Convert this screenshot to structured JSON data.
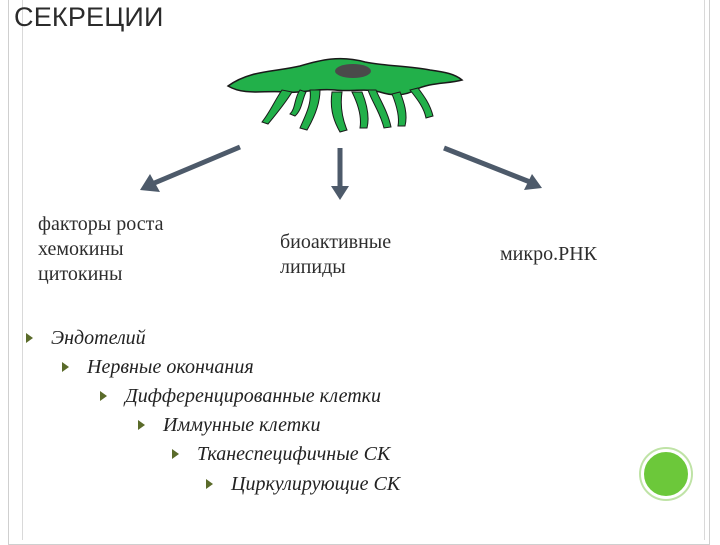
{
  "slide": {
    "title": "СЕКРЕЦИИ"
  },
  "products": {
    "growth_group": [
      "факторы роста",
      "хемокины",
      "цитокины"
    ],
    "lipids": [
      "биоактивные",
      "липиды"
    ],
    "mirna": "микро.РНК"
  },
  "cell_sources": [
    "Эндотелий",
    "Нервные окончания",
    "Дифференцированные клетки",
    "Иммунные клетки",
    "Тканеспецифичные СК",
    "Циркулирующие СК"
  ],
  "colors": {
    "cell_green": "#22b04a",
    "cell_dark": "#1a1a1a",
    "nucleus": "#4a4a4a",
    "arrow": "#4d5a6a",
    "bullet": "#5a6b2a",
    "dot": "#6cc83a"
  }
}
